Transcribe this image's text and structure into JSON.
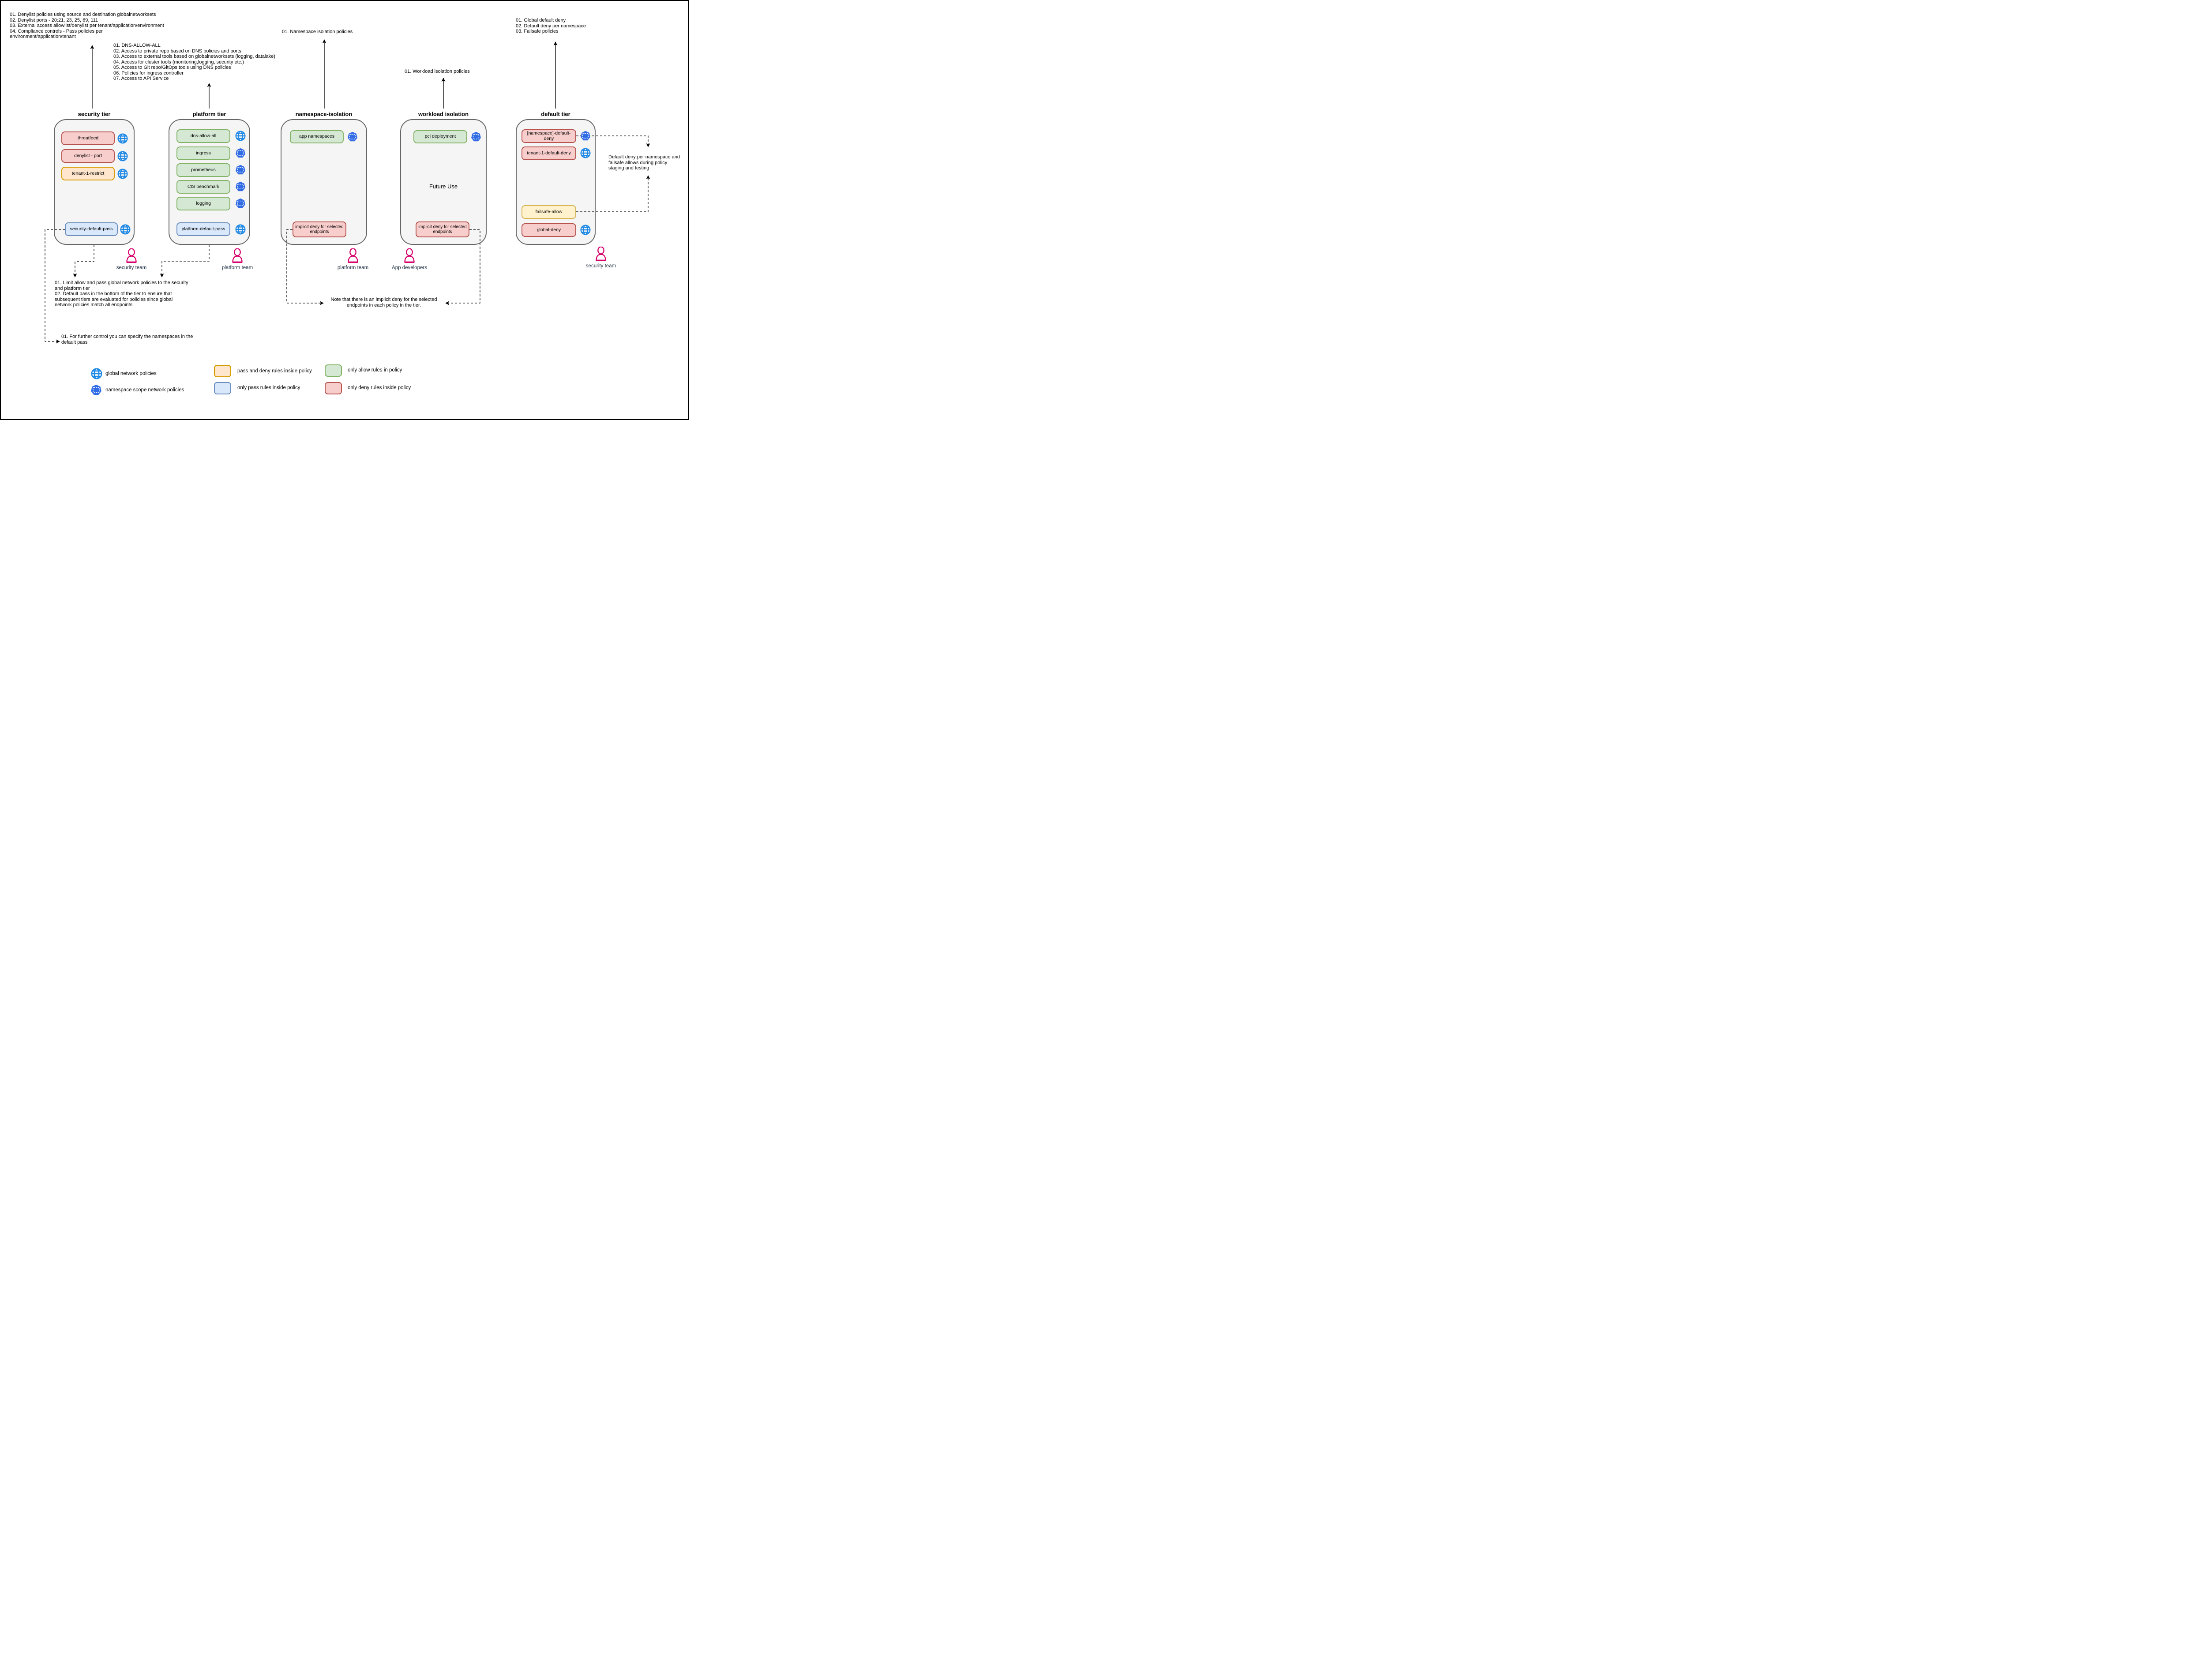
{
  "colors": {
    "deny_fill": "#f8cecc",
    "deny_stroke": "#b85450",
    "pass_and_deny_fill": "#ffe6cc",
    "pass_and_deny_stroke": "#d79b00",
    "failsafe_fill": "#fff2cc",
    "failsafe_stroke": "#d6b656",
    "allow_fill": "#d5e8d4",
    "allow_stroke": "#82b366",
    "pass_fill": "#dae8fc",
    "pass_stroke": "#6c8ebf",
    "tier_fill": "#f5f5f5",
    "tier_stroke": "#666666",
    "globe_blue": "#1e88e5",
    "namespace_blue": "#326ce5",
    "person_pink": "#d6006c"
  },
  "notes": {
    "security_tier_note": "01. Denylist policies using source and destination globalnetworksets\n02. Denylist ports - 20:21, 23, 25, 69, 111\n03. External access allowlist/denylist per tenant/application/environment\n04. Compliance controls - Pass policies per\nenvironment/application/tenant",
    "platform_tier_note": "01. DNS-ALLOW-ALL\n02. Access to private repo based on DNS policies and ports\n03. Access to external tools based on globalnetworksets (logging, datalake)\n04. Access for cluster tools (monitoring,logging, security etc.)\n05. Access to Git repo/GitOps tools using DNS policies\n06. Policies for ingress controller\n07. Access to API Service",
    "namespace_note": "01. Namespace isolation policies",
    "workload_note": "01. Workload isolation policies",
    "default_tier_note": "01. Global default deny\n02. Default deny per namespace\n03. Failsafe policies",
    "staging_note": "Default deny per namespace and\nfailsafe allows during policy\nstaging and testing",
    "tiers_pass_note": "01. Limit allow and pass global network policies to the security\nand platform tier\n02. Default pass in the bottom of the tier to ensure that\nsubsequent tiers are evaluated for policies since global\nnetwork policies match all endpoints",
    "default_pass_note": "01. For further control you can specify the namespaces in the\ndefault pass",
    "implicit_deny_note": "Note that there is an implicit deny for the selected\nendpoints in each policy in the tier."
  },
  "tiers": [
    {
      "title": "security tier",
      "policies": [
        {
          "label": "threatfeed",
          "rule": "only-deny",
          "scope": "global"
        },
        {
          "label": "denylist - port",
          "rule": "only-deny",
          "scope": "global"
        },
        {
          "label": "tenant-1-restrict",
          "rule": "pass-and-deny",
          "scope": "global"
        },
        {
          "label": "security-default-pass",
          "rule": "only-pass",
          "scope": "global"
        }
      ]
    },
    {
      "title": "platform tier",
      "policies": [
        {
          "label": "dns-allow-all",
          "rule": "only-allow",
          "scope": "global"
        },
        {
          "label": "ingress",
          "rule": "only-allow",
          "scope": "namespace"
        },
        {
          "label": "prometheus",
          "rule": "only-allow",
          "scope": "namespace"
        },
        {
          "label": "CIS benchmark",
          "rule": "only-allow",
          "scope": "namespace"
        },
        {
          "label": "logging",
          "rule": "only-allow",
          "scope": "namespace"
        },
        {
          "label": "platform-default-pass",
          "rule": "only-pass",
          "scope": "global"
        }
      ]
    },
    {
      "title": "namespace-isolation",
      "policies": [
        {
          "label": "app namespaces",
          "rule": "only-allow",
          "scope": "namespace"
        },
        {
          "label": "implicit deny for selected endpoints",
          "rule": "only-deny",
          "scope": "none"
        }
      ]
    },
    {
      "title": "workload isolation",
      "center_label": "Future Use",
      "policies": [
        {
          "label": "pci deployment",
          "rule": "only-allow",
          "scope": "namespace"
        },
        {
          "label": "implicit deny for selected endpoints",
          "rule": "only-deny",
          "scope": "none"
        }
      ]
    },
    {
      "title": "default tier",
      "policies": [
        {
          "label": "[namespace]-default-deny",
          "rule": "only-deny",
          "scope": "namespace"
        },
        {
          "label": "tenant-1-default-deny",
          "rule": "only-deny",
          "scope": "global"
        },
        {
          "label": "failsafe-allow",
          "rule": "failsafe",
          "scope": "none"
        },
        {
          "label": "global-deny",
          "rule": "only-deny",
          "scope": "global"
        }
      ]
    }
  ],
  "teams": [
    {
      "label": "security team"
    },
    {
      "label": "platform team"
    },
    {
      "label": "platform team"
    },
    {
      "label": "App developers"
    },
    {
      "label": "security team"
    }
  ],
  "legend": {
    "global_scope": "global network policies",
    "namespace_scope": "namespace scope network policies",
    "pass_and_deny": "pass and deny rules inside policy",
    "pass_only": "only pass rules inside policy",
    "allow_only": "only allow rules in policy",
    "deny_only": "only deny rules inside policy"
  }
}
